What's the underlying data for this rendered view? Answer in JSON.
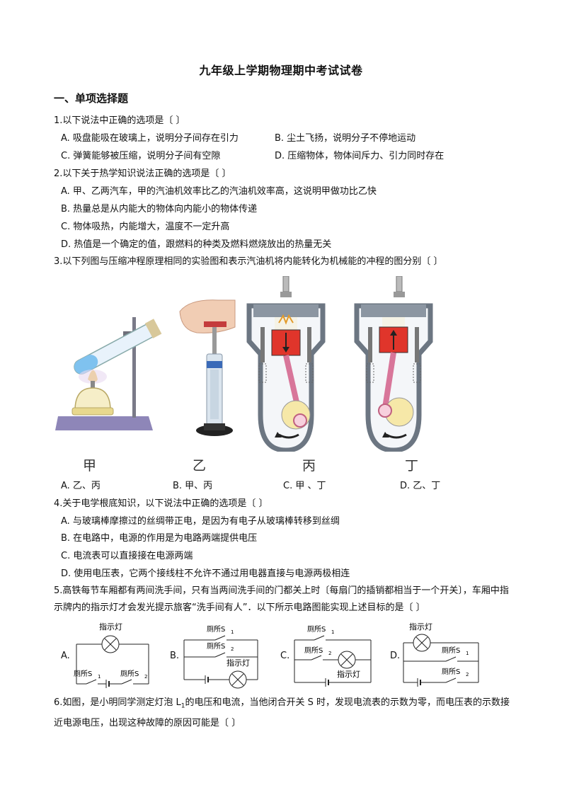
{
  "title": "九年级上学期物理期中考试试卷",
  "section": "一、单项选择题",
  "questions": [
    {
      "stem": "1.以下说法中正确的选项是〔    〕",
      "options": [
        "A. 吸盘能吸在玻璃上，说明分子间存在引力",
        "B. 尘土飞扬，说明分子不停地运动",
        "C. 弹簧能够被压缩，说明分子间有空隙",
        "D. 压缩物体，物体间斥力、引力同时存在"
      ]
    },
    {
      "stem": "2.以下关于热学知识说法正确的选项是〔    〕",
      "options": [
        "A. 甲、乙两汽车，甲的汽油机效率比乙的汽油机效率高，这说明甲做功比乙快",
        "B. 热量总是从内能大的物体向内能小的物体传递",
        "C. 物体吸热，内能增大，温度不一定升高",
        "D. 热值是一个确定的值，跟燃料的种类及燃料燃烧放出的热量无关"
      ]
    },
    {
      "stem": "3.以下列图与压缩冲程原理相同的实验图和表示汽油机将内能转化为机械能的冲程的图分别〔    〕",
      "figure_labels": [
        "甲",
        "乙",
        "丙",
        "丁"
      ],
      "options": [
        "A. 乙、丙",
        "B. 甲、丙",
        "C. 甲 、丁",
        "D. 乙、丁"
      ]
    },
    {
      "stem": "4.关于电学根底知识，以下说法中正确的选项是〔    〕",
      "options": [
        "A. 与玻璃棒摩擦过的丝绸带正电，是因为有电子从玻璃棒转移到丝绸",
        "B. 在电路中，电源的作用是为电路两端提供电压",
        "C. 电流表可以直接接在电源两端",
        "D. 使用电压表，它两个接线柱不允许不通过用电器直接与电源两极相连"
      ]
    },
    {
      "stem": "5.高铁每节车厢都有两间洗手间，只有当两间洗手间的门都关上时〔每扇门的插销都相当于一个开关〕，车厢中指示牌内的指示灯才会发光提示旅客“洗手间有人”．以下所示电路图能实现上述目标的是〔    〕",
      "options": [
        "A.",
        "B.",
        "C.",
        "D."
      ],
      "circuit_labels": {
        "lamp": "指示灯",
        "s1": "厕所S",
        "s2": "厕所S",
        "sub1": "1",
        "sub2": "2"
      }
    },
    {
      "stem": "6.如图，是小明同学测定灯泡 L",
      "stem_sub": "1",
      "stem_rest": "的电压和电流，当他闭合开关 S 时，发现电流表的示数为零，而电压表的示数接近电源电压，出现这种故障的原因可能是〔    〕"
    }
  ]
}
